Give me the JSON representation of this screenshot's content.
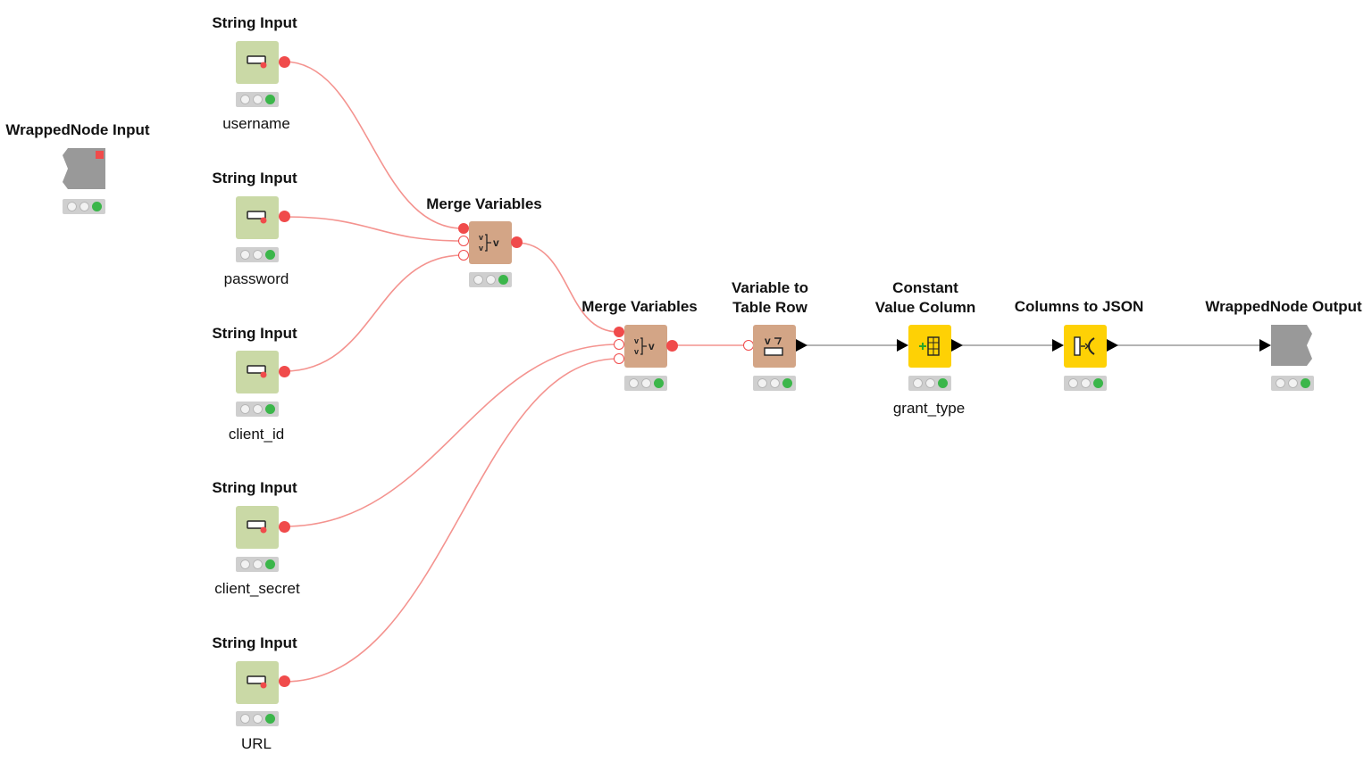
{
  "nodes": {
    "wrapped_input": {
      "title": "WrappedNode Input"
    },
    "string_input_1": {
      "title": "String Input",
      "label": "username"
    },
    "string_input_2": {
      "title": "String Input",
      "label": "password"
    },
    "string_input_3": {
      "title": "String Input",
      "label": "client_id"
    },
    "string_input_4": {
      "title": "String Input",
      "label": "client_secret"
    },
    "string_input_5": {
      "title": "String Input",
      "label": "URL"
    },
    "merge_variables_1": {
      "title": "Merge Variables"
    },
    "merge_variables_2": {
      "title": "Merge Variables"
    },
    "variable_to_table_row": {
      "title_line1": "Variable to",
      "title_line2": "Table Row"
    },
    "constant_value_column": {
      "title_line1": "Constant",
      "title_line2": "Value Column",
      "label": "grant_type"
    },
    "columns_to_json": {
      "title": "Columns to JSON"
    },
    "wrapped_output": {
      "title": "WrappedNode Output"
    }
  },
  "colors": {
    "flow_variable_wire": "#f4938f",
    "data_wire": "#888888",
    "port_red": "#f04b4b",
    "input_node": "#cad9a6",
    "manipulator_node": "#d3a586",
    "yellow_node": "#fed105",
    "wrapped_node": "#999999",
    "status_green": "#3bb64a"
  },
  "icons": {
    "string_input": "string-input-icon",
    "merge_variables": "merge-variables-icon",
    "variable_to_table_row": "variable-to-table-row-icon",
    "constant_value_column": "constant-value-column-icon",
    "columns_to_json": "columns-to-json-icon"
  }
}
